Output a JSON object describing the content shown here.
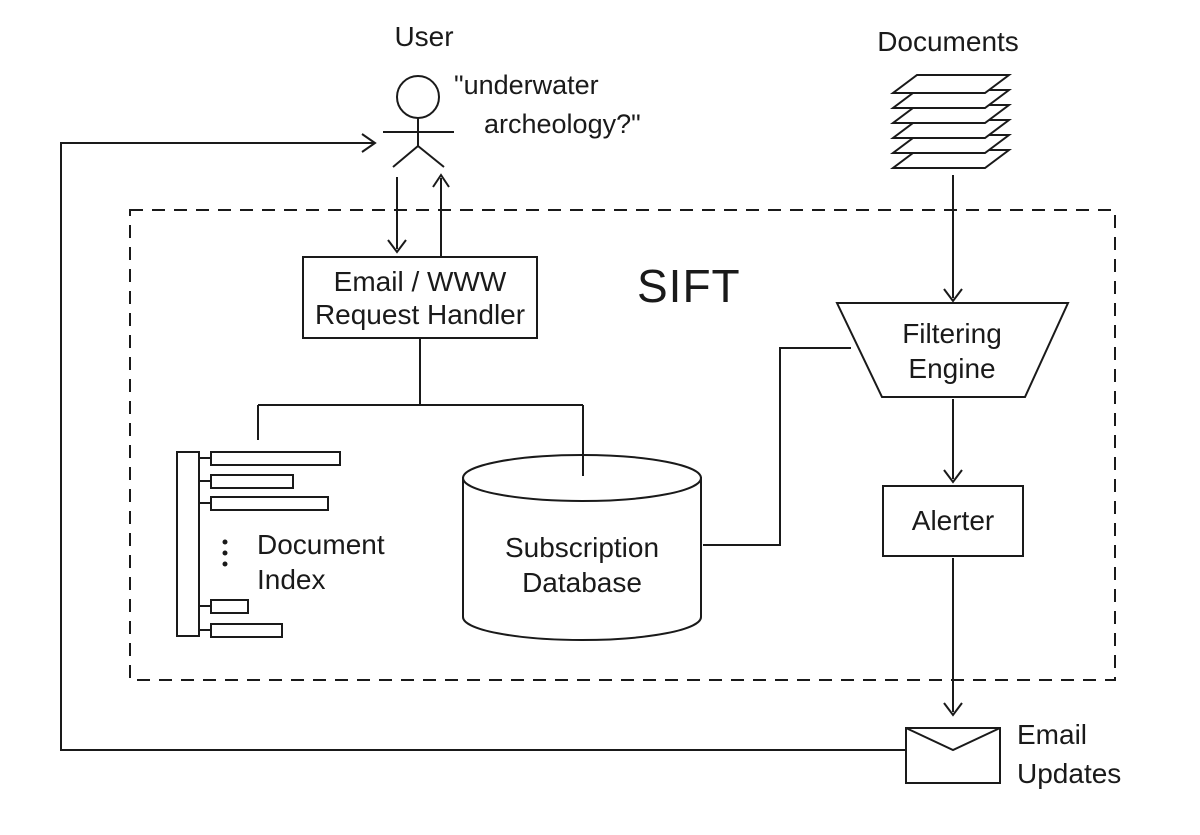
{
  "diagram": {
    "system_title": "SIFT",
    "user": {
      "label": "User",
      "query_line1": "\"underwater",
      "query_line2": "archeology?\""
    },
    "documents": {
      "label": "Documents"
    },
    "request_handler": {
      "line1": "Email / WWW",
      "line2": "Request Handler"
    },
    "document_index": {
      "line1": "Document",
      "line2": "Index"
    },
    "subscription_database": {
      "line1": "Subscription",
      "line2": "Database"
    },
    "filtering_engine": {
      "line1": "Filtering",
      "line2": "Engine"
    },
    "alerter": {
      "label": "Alerter"
    },
    "email_updates": {
      "line1": "Email",
      "line2": "Updates"
    },
    "icons": {
      "user": "stick-figure-icon",
      "documents": "stacked-pages-icon",
      "document_index": "index-bars-icon",
      "subscription_database": "database-cylinder-icon",
      "filtering_engine": "funnel-trapezoid-icon",
      "email_updates": "envelope-icon"
    },
    "colors": {
      "ink": "#1a1a1a",
      "background": "#ffffff"
    }
  }
}
